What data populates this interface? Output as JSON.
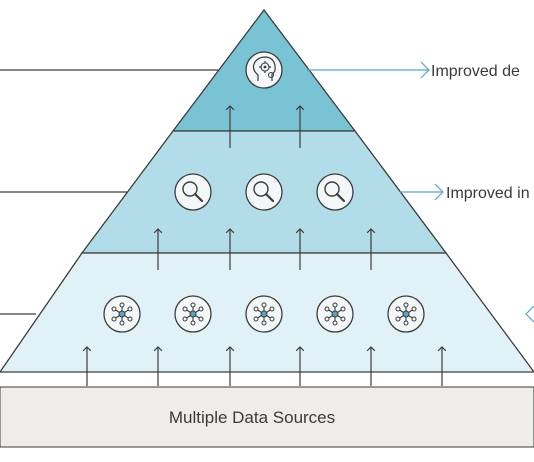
{
  "base": {
    "label": "Multiple Data Sources"
  },
  "right_labels": {
    "top": "Improved de",
    "middle": "Improved in"
  },
  "colors": {
    "tier_top": "#79c3d4",
    "tier_middle": "#b2dde8",
    "tier_bottom": "#e0f1f7",
    "base_fill": "#eeedeb",
    "outline": "#3c3c3c",
    "arrow_accent": "#5aa3c4",
    "icon_circle": "#f3f7f8"
  },
  "icons": {
    "top_tier": [
      "brain-gear-icon"
    ],
    "middle_tier": [
      "magnifier-icon",
      "magnifier-icon",
      "magnifier-icon"
    ],
    "bottom_tier": [
      "network-hub-icon",
      "network-hub-icon",
      "network-hub-icon",
      "network-hub-icon",
      "network-hub-icon"
    ]
  }
}
